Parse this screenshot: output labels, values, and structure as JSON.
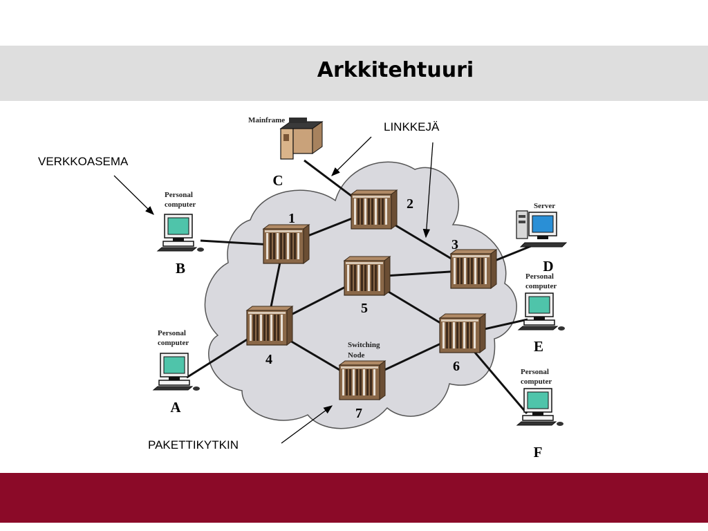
{
  "slide": {
    "title": "Arkkitehtuuri",
    "colors": {
      "title_band": "#dedede",
      "footer_band": "#8b0a28",
      "cloud": "#d9d9de",
      "screen": "#4fc4aa",
      "server_screen": "#2a8fd6",
      "node": "#8a6848"
    }
  },
  "callouts": {
    "verkkoasema": "VERKKOASEMA",
    "linkkeja": "LINKKEJÄ",
    "pakettikytkin": "PAKETTIKYTKIN"
  },
  "switching_label": {
    "line1": "Switching",
    "line2": "Node"
  },
  "nodes": [
    {
      "id": "1",
      "label": "1"
    },
    {
      "id": "2",
      "label": "2"
    },
    {
      "id": "3",
      "label": "3"
    },
    {
      "id": "4",
      "label": "4"
    },
    {
      "id": "5",
      "label": "5"
    },
    {
      "id": "6",
      "label": "6"
    },
    {
      "id": "7",
      "label": "7"
    }
  ],
  "stations": [
    {
      "id": "A",
      "letter": "A",
      "type": "personal-computer",
      "caption1": "Personal",
      "caption2": "computer"
    },
    {
      "id": "B",
      "letter": "B",
      "type": "personal-computer",
      "caption1": "Personal",
      "caption2": "computer"
    },
    {
      "id": "C",
      "letter": "C",
      "type": "mainframe",
      "caption1": "Mainframe",
      "caption2": ""
    },
    {
      "id": "D",
      "letter": "D",
      "type": "server",
      "caption1": "Server",
      "caption2": ""
    },
    {
      "id": "E",
      "letter": "E",
      "type": "personal-computer",
      "caption1": "Personal",
      "caption2": "computer"
    },
    {
      "id": "F",
      "letter": "F",
      "type": "personal-computer",
      "caption1": "Personal",
      "caption2": "computer"
    }
  ],
  "links": [
    [
      "B",
      "1"
    ],
    [
      "1",
      "2"
    ],
    [
      "1",
      "4"
    ],
    [
      "C",
      "2"
    ],
    [
      "2",
      "3"
    ],
    [
      "3",
      "5"
    ],
    [
      "3",
      "D"
    ],
    [
      "4",
      "5"
    ],
    [
      "4",
      "7"
    ],
    [
      "4",
      "A"
    ],
    [
      "5",
      "6"
    ],
    [
      "7",
      "6"
    ],
    [
      "6",
      "E"
    ],
    [
      "6",
      "F"
    ]
  ]
}
